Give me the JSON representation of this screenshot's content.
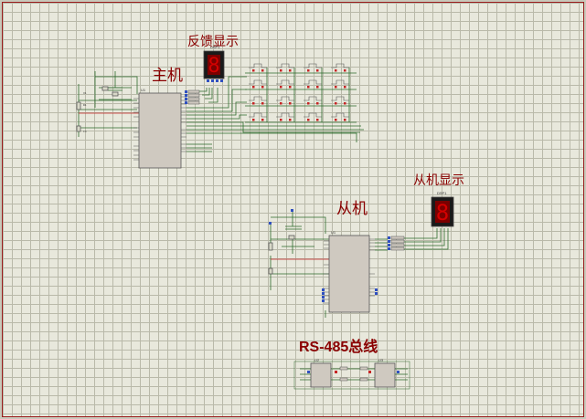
{
  "labels": {
    "feedback_display": "反馈显示",
    "master": "主机",
    "slave_display": "从机显示",
    "slave": "从机",
    "rs485_bus": "RS-485总线"
  },
  "seven_segment": {
    "feedback_digit": "8",
    "slave_digit": "8",
    "feedback_ref": "DSP1",
    "slave_ref": "DSP1"
  },
  "chips": {
    "master_ref": "U1",
    "slave_ref": "U1",
    "bus_left_ref": "U2",
    "bus_right_ref": "U3"
  },
  "colors": {
    "sheet_border": "#9a1c1c",
    "wire": "#2e6b2e",
    "label_red": "#8a0000",
    "chip_body": "#cfc9c0",
    "seg_red": "#d40000"
  }
}
